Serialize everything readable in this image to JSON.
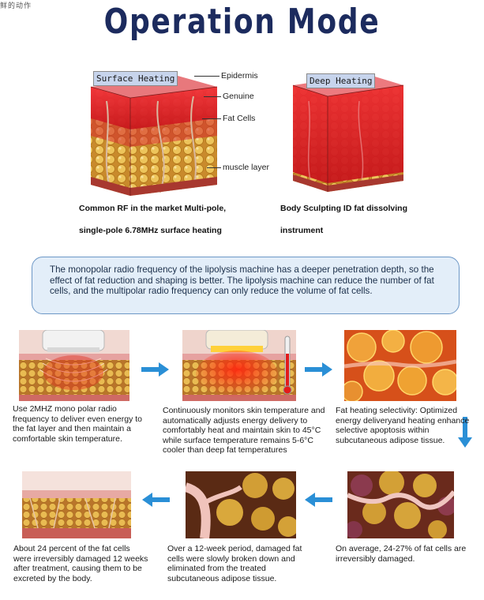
{
  "corner_mark": "鲜的动作",
  "title": "Operation Mode",
  "left_cube": {
    "label": "Surface Heating",
    "layers": [
      "Epidermis",
      "Genuine",
      "Fat Cells",
      "muscle layer"
    ],
    "caption_line1": "Common RF in the market Multi-pole,",
    "caption_line2": "single-pole 6.78MHz surface heating"
  },
  "right_cube": {
    "label": "Deep Heating",
    "caption_line1": "Body Sculpting ID fat dissolving",
    "caption_line2": "instrument"
  },
  "info_text": "The monopolar radio frequency of the lipolysis machine has a deeper penetration depth, so the effect of fat reduction and shaping is better. The lipolysis machine can reduce the number of fat cells, and the multipolar radio frequency can only reduce the volume of fat cells.",
  "steps": [
    {
      "text": "Use 2MHZ mono polar radio frequency to deliver even energy to the fat layer and then maintain a comfortable skin temperature."
    },
    {
      "text": "Continuously monitors skin temperature and automatically adjusts energy delivery to comfortably heat and maintain skin to 45°C while surface temperature remains 5-6°C cooler than deep fat temperatures"
    },
    {
      "text": "Fat heating selectivity: Optimized energy deliveryand heating enhance selective apoptosis within subcutaneous adipose tissue."
    },
    {
      "text": "On average, 24-27% of fat cells are irreversibly damaged."
    },
    {
      "text": "Over a 12-week period, damaged fat cells were slowly broken down and eliminated from the treated subcutaneous adipose tissue."
    },
    {
      "text": "About 24 percent of the fat cells were irreversibly damaged 12 weeks after treatment, causing them to be excreted by the body."
    }
  ],
  "colors": {
    "title": "#1c2b5e",
    "arrow": "#2a8fd6",
    "info_border": "#6c97c6",
    "info_bg": "#e3eef9",
    "heat_red": "#e0141a",
    "fat_yellow": "#e7b54a"
  }
}
